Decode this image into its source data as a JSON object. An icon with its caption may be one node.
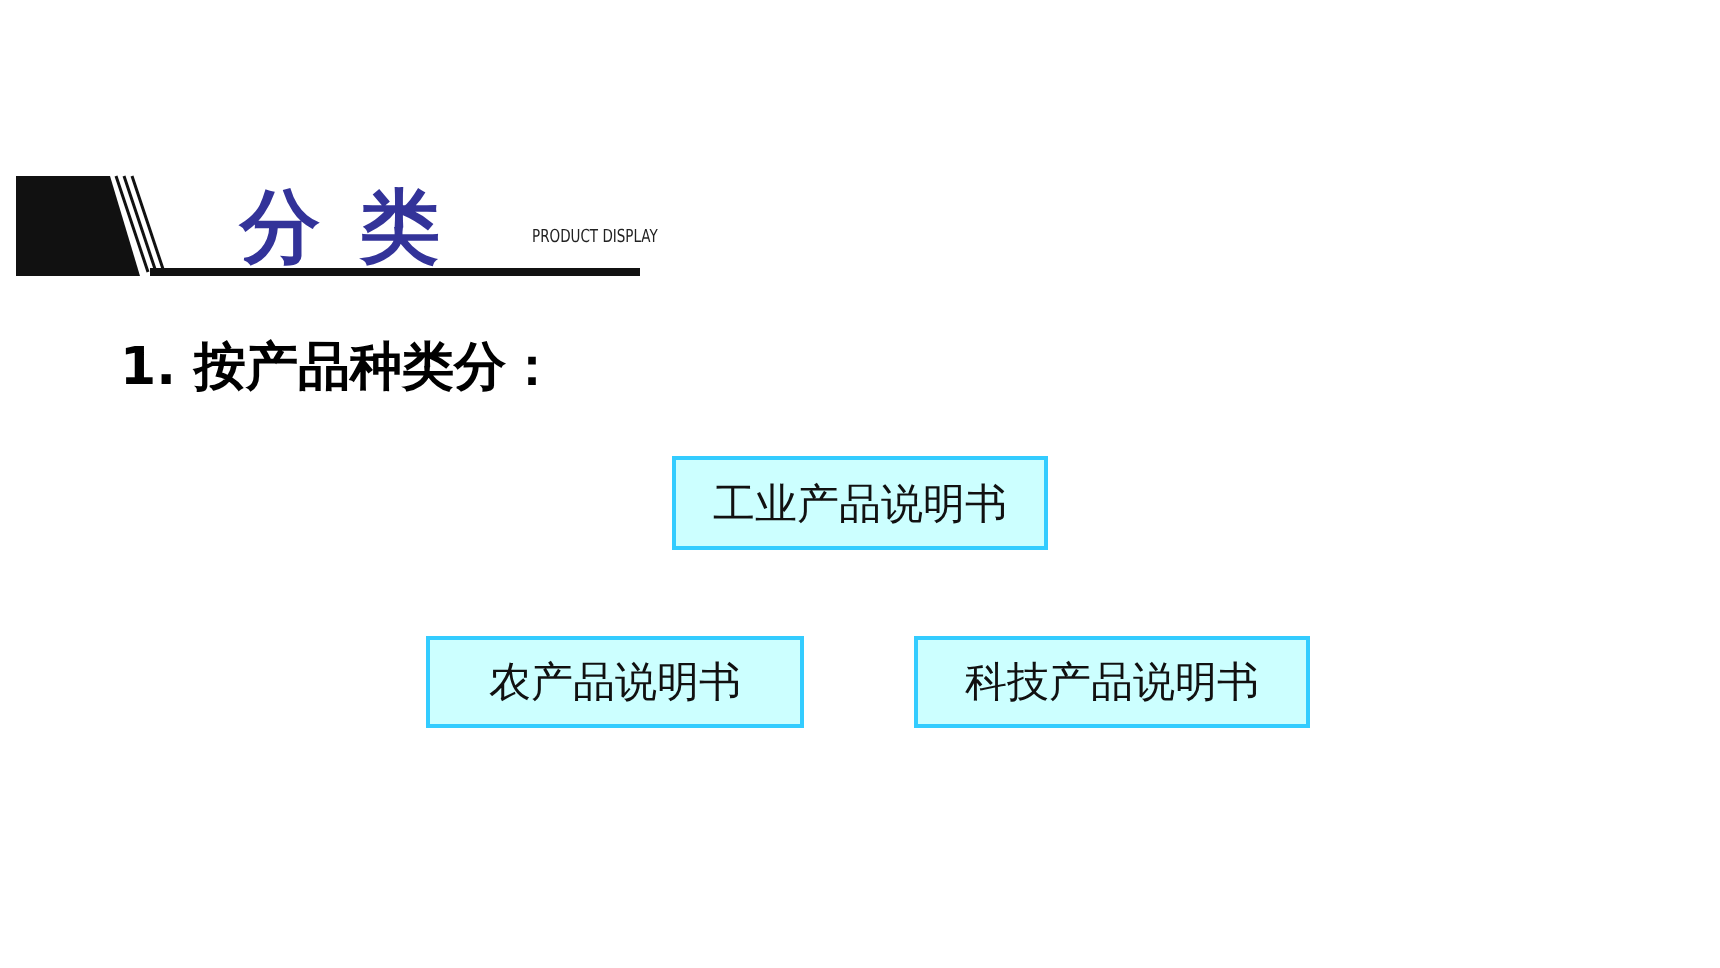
{
  "diagram": {
    "title": "分类",
    "nodes": [
      {
        "text": [
          "工业产品说明书"
        ]
      },
      {
        "text": [
          "农产品说明书"
        ]
      },
      {
        "text": [
          "科技产品说明书"
        ]
      }
    ],
    "labels": [
      "PRODUCT DISPLAY",
      "1. 按产品种类分："
    ]
  }
}
